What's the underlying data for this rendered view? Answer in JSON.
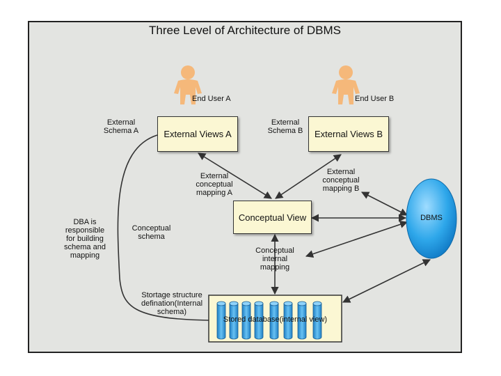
{
  "title": "Three Level of Architecture of DBMS",
  "users": {
    "a": "End User A",
    "b": "End User B"
  },
  "boxes": {
    "external_a": "External Views A",
    "external_b": "External Views B",
    "conceptual": "Conceptual View",
    "stored": "Stored database(internal view)"
  },
  "dbms": "DBMS",
  "labels": {
    "external_schema_a": "External\nSchema A",
    "external_schema_b": "External\nSchema B",
    "ext_conc_map_a": "External\nconceptual\nmapping A",
    "ext_conc_map_b": "External\nconceptual\nmapping B",
    "conceptual_schema": "Conceptual\nschema",
    "conc_int_map": "Conceptual\ninternal\nmapping",
    "dba": "DBA is\nresponsible\nfor building\nschema and\nmapping",
    "storage": "Stortage structure\ndefination(Internal\nschema)"
  },
  "colors": {
    "box_fill": "#fbf7d3",
    "person": "#f5b87a",
    "dbms_fill": "#2ea7ea",
    "cylinder": "#3aa0e0",
    "background": "#e3e4e1"
  },
  "icons": [
    "person-icon",
    "database-cylinder-icon",
    "dbms-ellipse"
  ]
}
